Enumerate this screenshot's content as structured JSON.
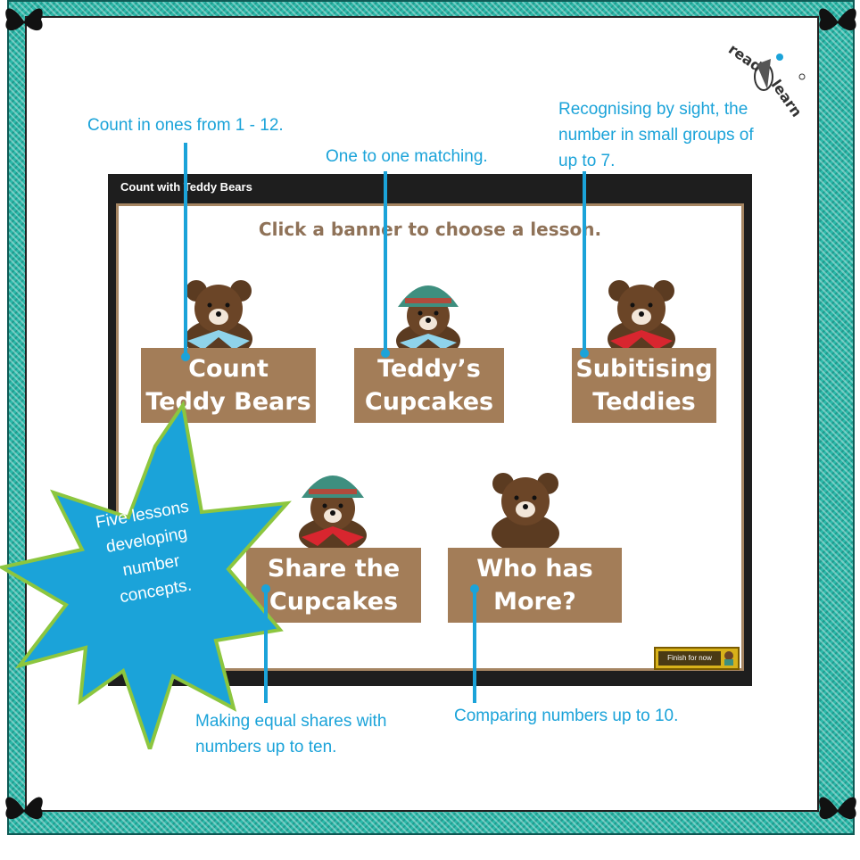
{
  "app": {
    "title": "Count with Teddy Bears",
    "instruction": "Click a banner to choose a lesson.",
    "finish_label": "Finish for now"
  },
  "lessons": [
    {
      "label": "Count\nTeddy Bears",
      "bear": "bear-blue-ribbon-icon"
    },
    {
      "label": "Teddy’s\nCupcakes",
      "bear": "bear-green-hat-icon"
    },
    {
      "label": "Subitising\nTeddies",
      "bear": "bear-red-ribbon-icon"
    },
    {
      "label": "Share the\nCupcakes",
      "bear": "bear-green-hat-red-ribbon-icon"
    },
    {
      "label": "Who has\nMore?",
      "bear": "bear-plain-icon"
    }
  ],
  "annotations": {
    "count": "Count in ones from 1 - 12.",
    "matching": "One to one matching.",
    "subitising": "Recognising by sight, the\nnumber in small groups of\nup to 7.",
    "sharing": "Making equal shares with\nnumbers up to ten.",
    "comparing": "Comparing numbers up to 10."
  },
  "callout": "Five lessons\ndeveloping\nnumber\nconcepts.",
  "logo_text": "read learn",
  "colors": {
    "border": "#2bb9a9",
    "annotation": "#1ba3d9",
    "banner": "#a37d58",
    "starburst": "#1ba3d9",
    "starburst_outline": "#8cc63f"
  }
}
